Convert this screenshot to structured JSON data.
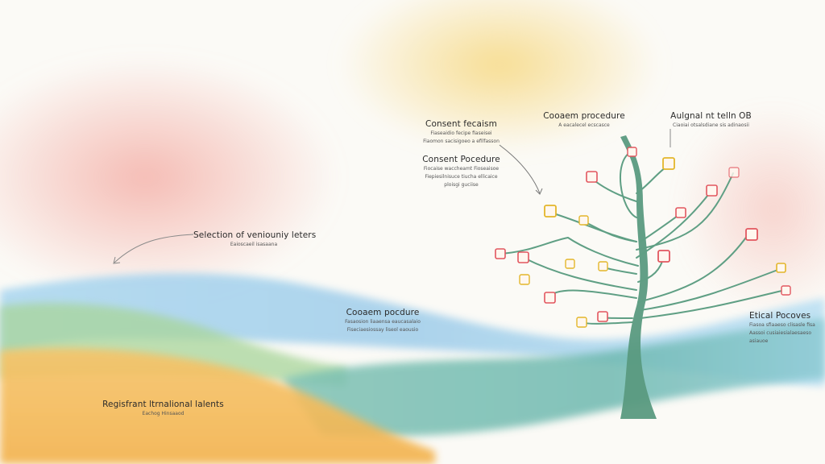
{
  "labels": {
    "consent_reception": {
      "title": "Consent fecaism",
      "sub": [
        "Fiaseaidio fecipe fiaseisei",
        "Fiaomon sacisigoeo a efilfasson"
      ]
    },
    "consent_pocedure": {
      "title": "Consent Pocedure",
      "sub": [
        "Fiocaise waccheamt Fioseaisoe",
        "Fiepiesilnisuce tiucha ellicaice",
        "ploisgi guciise"
      ]
    },
    "consent_procedure_top": {
      "title": "Cooaem procedure",
      "sub": [
        "A eacalecel ecscasce"
      ]
    },
    "original_teln": {
      "title": "Aulgnal nt telln OB",
      "sub": [
        "Ciaoiai otsalsdiane sis adinaosii"
      ]
    },
    "selection": {
      "title": "Selection of veniouniy leters",
      "sub": [
        "Eaioscaeil isasaana"
      ]
    },
    "center_procedure": {
      "title": "Cooaem pocdure",
      "sub": [
        "Fasaosion liaaensa eaucasalaio",
        "Fiseciaesiossay liseol eaousio"
      ]
    },
    "ethical": {
      "title": "Etical Pocoves",
      "sub": [
        "Fiasoa sfiaaeso clisasle fisa",
        "Aassoi cusiaiesialaesaeso",
        "asiauoe"
      ]
    }
  },
  "footer_label": {
    "title": "Regisfrant ltrnalional lalents",
    "sub": [
      "Eachog Hinsaaod"
    ]
  },
  "colors": {
    "red": "#e2565f",
    "yellow": "#e3b62a",
    "trunk": "#5a9a80",
    "blue_wash": "#8ec6e8",
    "orange_wash": "#f3b04a",
    "green_wash": "#9fcf8a"
  },
  "icons": [
    "document-icon",
    "badge-icon",
    "tag-icon",
    "file-icon"
  ]
}
